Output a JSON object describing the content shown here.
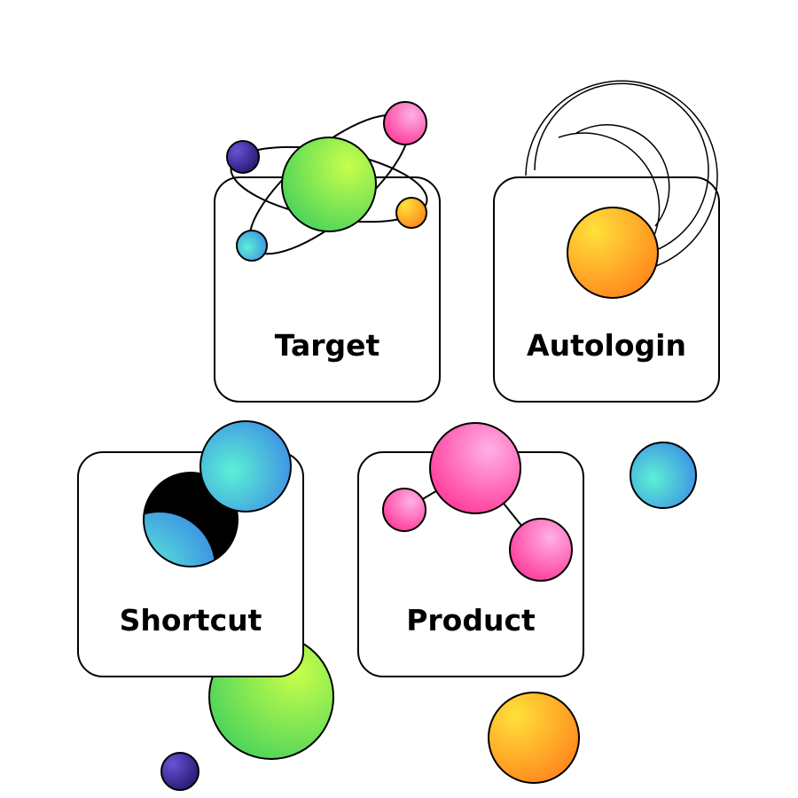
{
  "cards": {
    "target": {
      "label": "Target"
    },
    "autologin": {
      "label": "Autologin"
    },
    "shortcut": {
      "label": "Shortcut"
    },
    "product": {
      "label": "Product"
    }
  },
  "colors": {
    "background": "#ffffff",
    "outline": "#000000",
    "green": [
      "#c8ff4a",
      "#52d65a"
    ],
    "pink": [
      "#ffb0e6",
      "#ff3d9a"
    ],
    "orange": [
      "#ffe13a",
      "#ff8a1e"
    ],
    "blue": [
      "#5df0d4",
      "#3a8ae6"
    ],
    "purple": [
      "#6a52d6",
      "#23186e"
    ]
  }
}
